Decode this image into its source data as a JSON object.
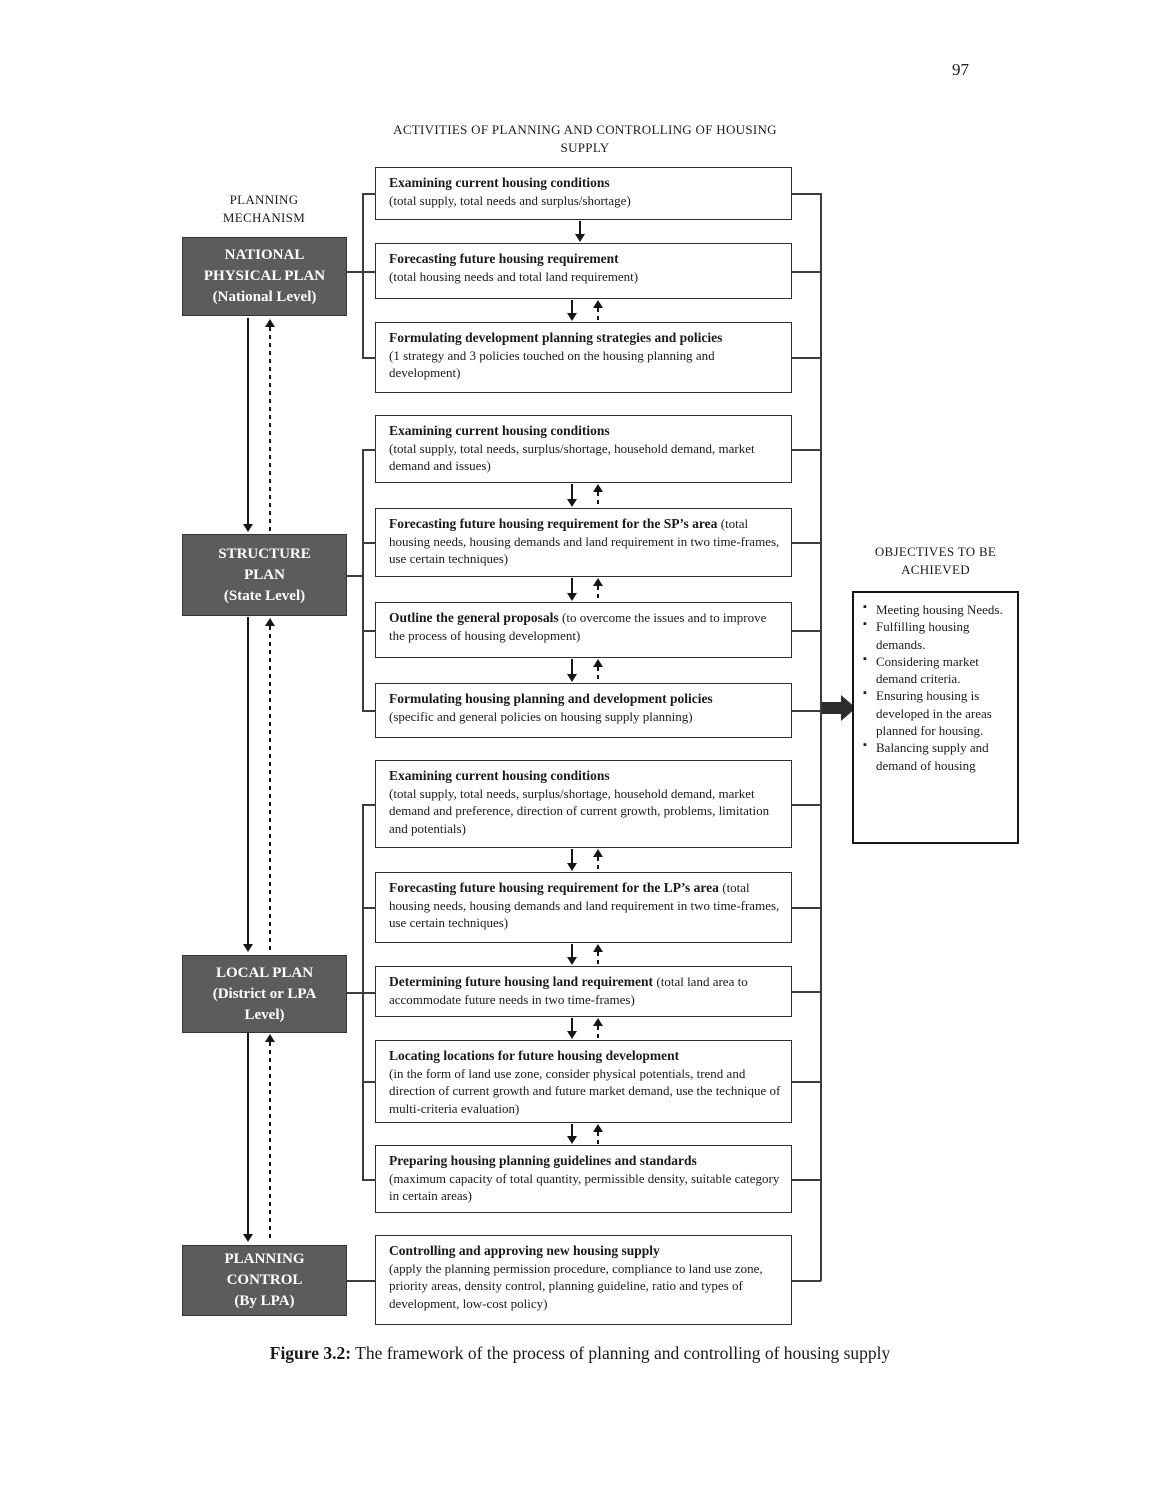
{
  "page": {
    "number": "97"
  },
  "header": {
    "title": "ACTIVITIES OF PLANNING AND CONTROLLING OF HOUSING SUPPLY",
    "planning_mechanism_label": "PLANNING MECHANISM",
    "objectives_label": "OBJECTIVES TO BE ACHIEVED"
  },
  "plans": [
    {
      "label": "NATIONAL\nPHYSICAL PLAN\n(National Level)"
    },
    {
      "label": "STRUCTURE\nPLAN\n(State Level)"
    },
    {
      "label": "LOCAL PLAN\n(District or LPA\nLevel)"
    },
    {
      "label": "PLANNING\nCONTROL\n(By LPA)"
    }
  ],
  "boxes": [
    {
      "bold": "Examining current housing conditions",
      "rest": "(total supply, total needs and surplus/shortage)"
    },
    {
      "bold": "Forecasting future housing requirement",
      "rest": "(total housing needs and total land requirement)"
    },
    {
      "bold": "Formulating development planning strategies and policies",
      "rest": "(1 strategy and 3 policies touched on the housing planning and development)"
    },
    {
      "bold": "Examining current housing conditions",
      "rest": "(total supply, total needs, surplus/shortage, household demand, market demand and issues)"
    },
    {
      "bold": "Forecasting future housing requirement for the SP’s area",
      "rest": "(total housing needs, housing demands and land requirement in two time-frames, use certain techniques)"
    },
    {
      "bold": "Outline the general proposals",
      "rest": "(to overcome the issues and to improve the process of housing development)"
    },
    {
      "bold": "Formulating housing planning and development policies",
      "rest": "(specific and general policies on housing supply planning)"
    },
    {
      "bold": "Examining current housing conditions",
      "rest": "(total supply, total needs, surplus/shortage, household demand, market demand and preference, direction of current growth, problems, limitation and potentials)"
    },
    {
      "bold": "Forecasting future housing requirement for the LP’s area",
      "rest": "(total housing needs, housing demands and land requirement in two time-frames, use certain techniques)"
    },
    {
      "bold": "Determining future housing land requirement",
      "rest": "(total land area to accommodate future needs in two time-frames)"
    },
    {
      "bold": "Locating locations for future housing development",
      "rest": "(in the form of land use zone, consider physical potentials, trend and direction of current growth and future market demand, use the technique of multi-criteria evaluation)"
    },
    {
      "bold": "Preparing housing planning guidelines and standards",
      "rest": "(maximum capacity of total quantity, permissible density, suitable category in certain areas)"
    },
    {
      "bold": "Controlling and approving new housing supply",
      "rest": "(apply the planning permission procedure, compliance to land use zone, priority areas, density control, planning guideline, ratio and types of development, low-cost policy)"
    }
  ],
  "objectives": {
    "items": [
      "Meeting housing Needs.",
      "Fulfilling housing demands.",
      "Considering market demand criteria.",
      "Ensuring housing is developed in the areas planned for housing.",
      "Balancing supply and demand of housing"
    ]
  },
  "caption": {
    "label": "Figure 3.2:",
    "text": " The framework of the process of planning and controlling of housing supply"
  }
}
